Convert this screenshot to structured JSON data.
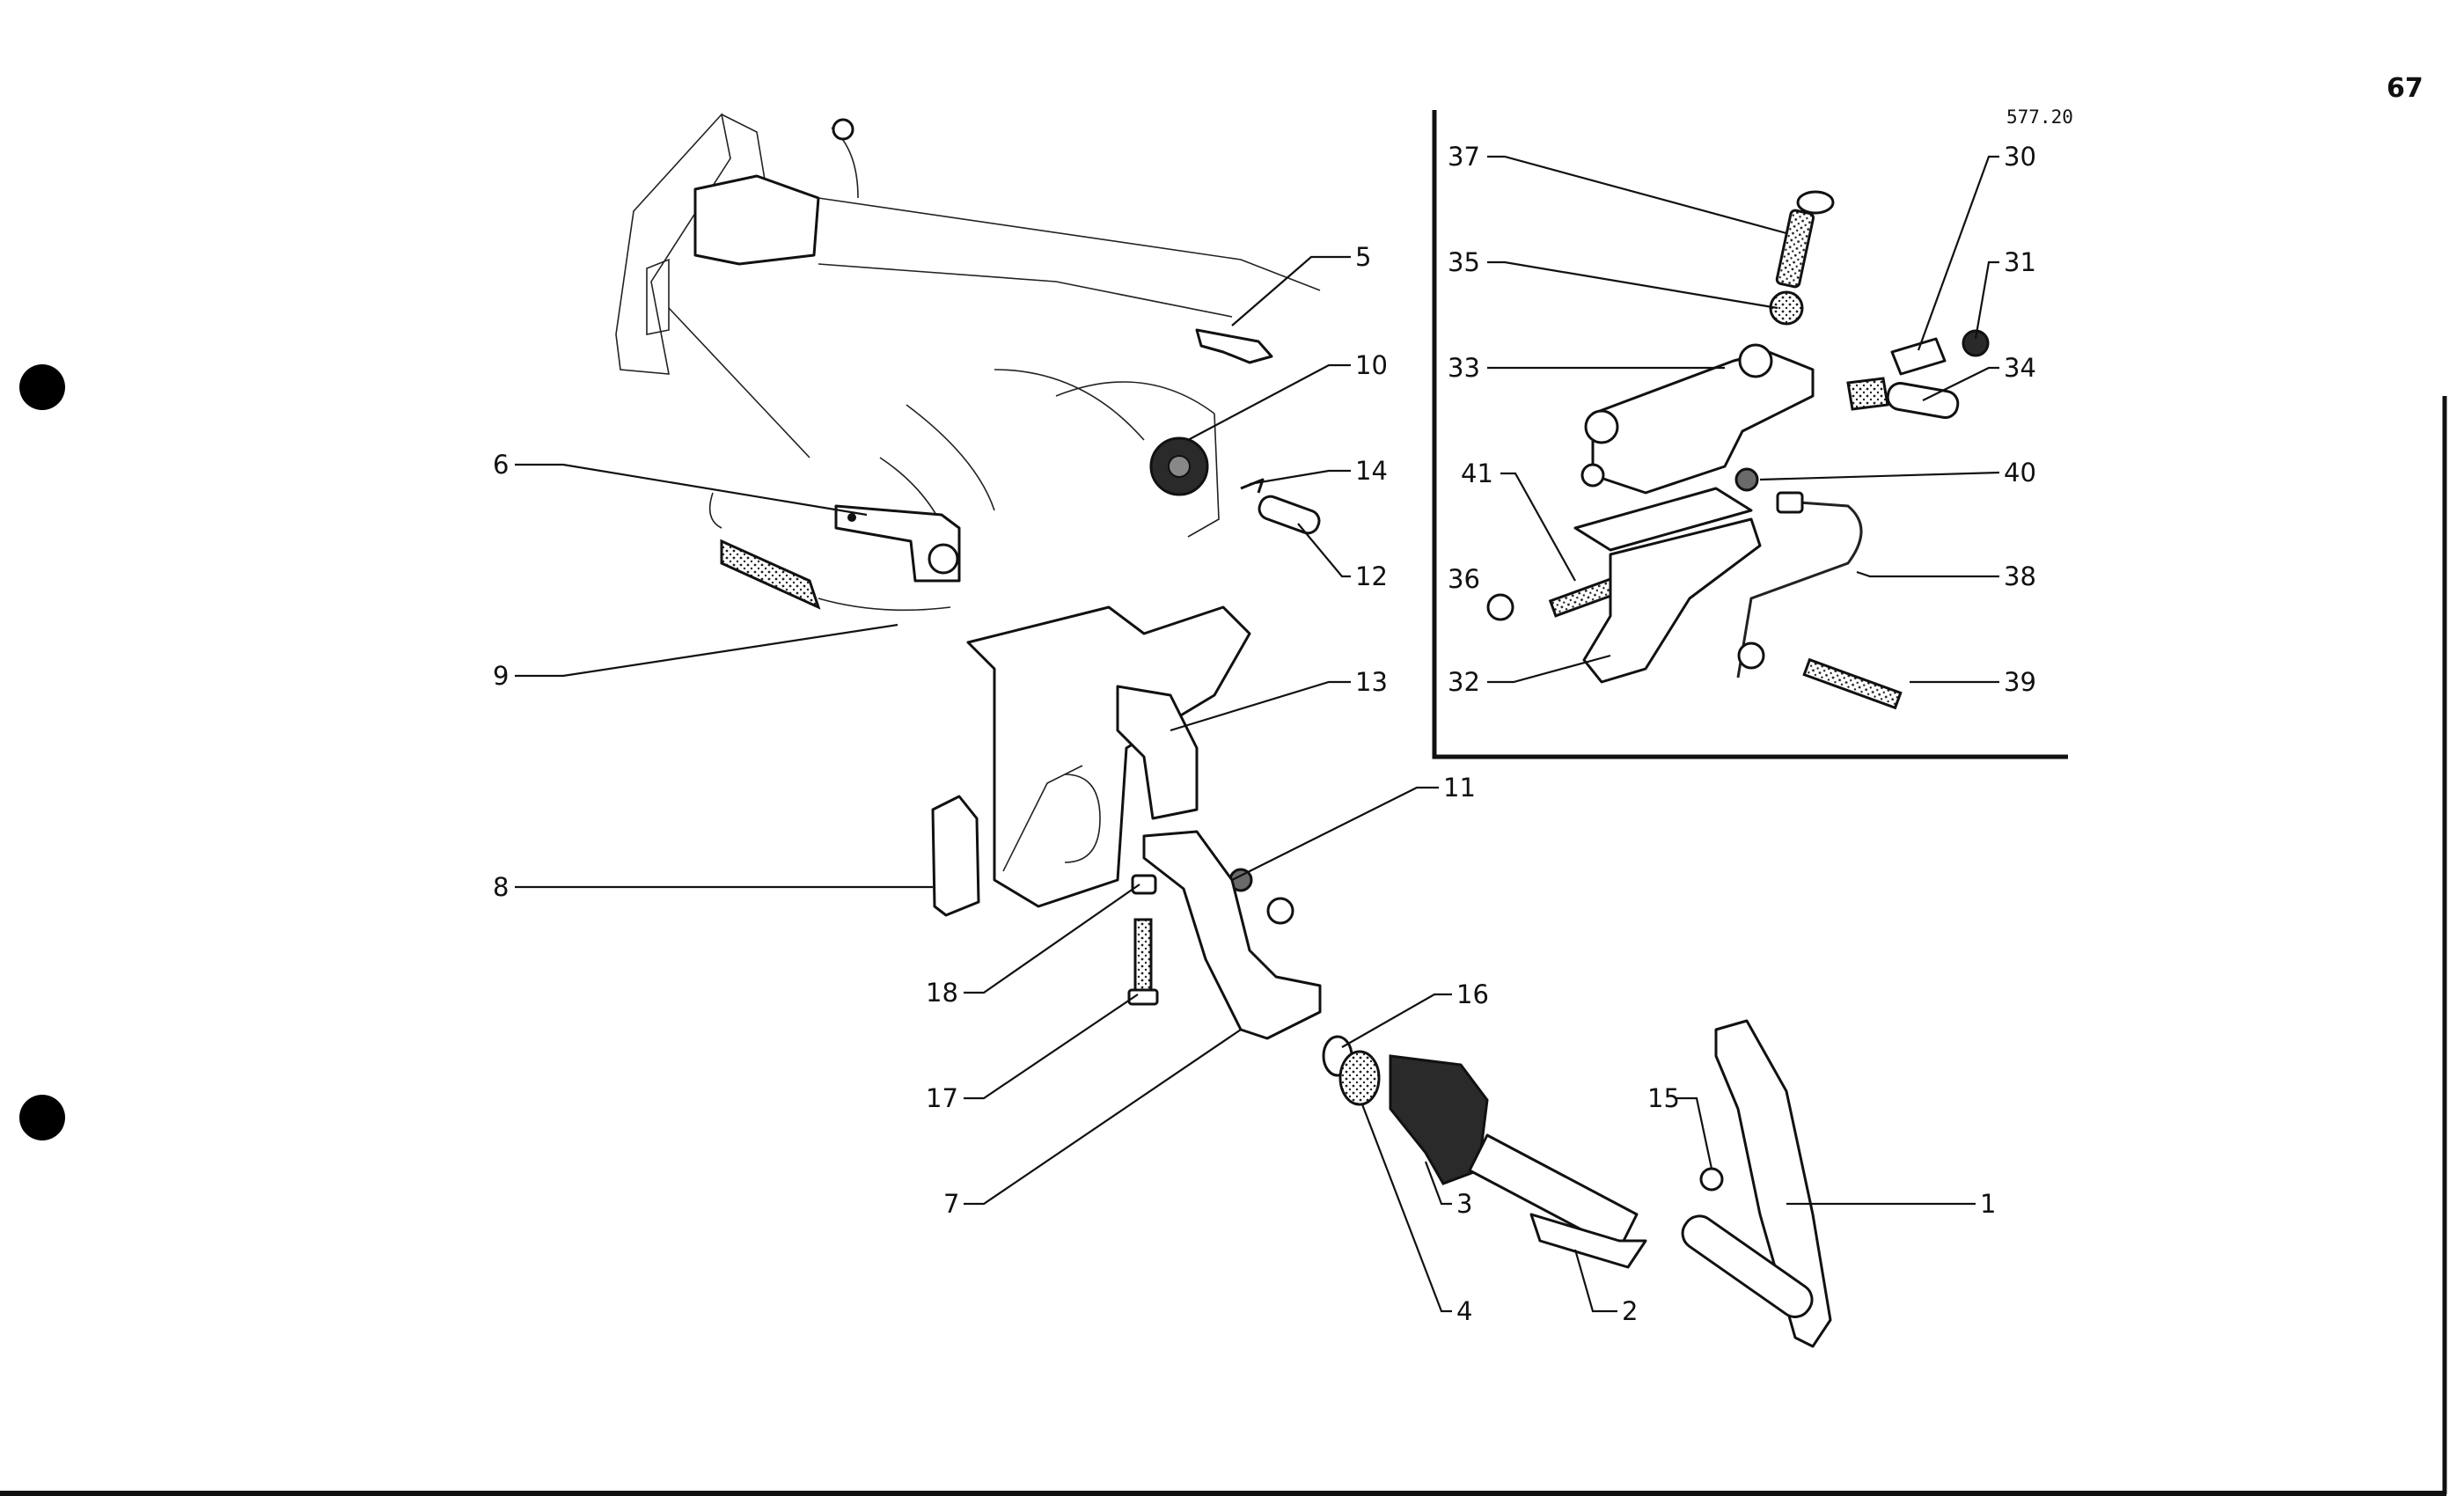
{
  "page": {
    "number": "67",
    "ref_code": "577.20"
  },
  "callouts": {
    "c1": "1",
    "c2": "2",
    "c3": "3",
    "c4": "4",
    "c5": "5",
    "c6": "6",
    "c7": "7",
    "c8": "8",
    "c9": "9",
    "c10": "10",
    "c11": "11",
    "c12": "12",
    "c13": "13",
    "c14": "14",
    "c15": "15",
    "c16": "16",
    "c17": "17",
    "c18": "18",
    "c30": "30",
    "c31": "31",
    "c32": "32",
    "c33": "33",
    "c34": "34",
    "c35": "35",
    "c36": "36",
    "c37": "37",
    "c38": "38",
    "c39": "39",
    "c40": "40",
    "c41": "41"
  },
  "colors": {
    "ink": "#111111",
    "paper": "#ffffff"
  }
}
